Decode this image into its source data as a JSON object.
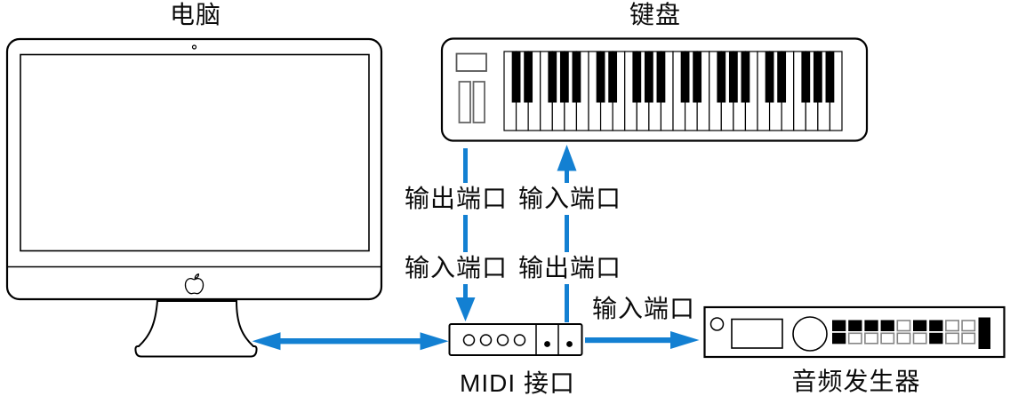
{
  "diagram": {
    "computer": {
      "title": "电脑"
    },
    "keyboard": {
      "title": "键盘"
    },
    "midi_interface": {
      "label": "MIDI 接口"
    },
    "sound_generator": {
      "label": "音频发生器",
      "button_rows": [
        [
          1,
          1,
          1,
          1,
          0,
          1,
          1,
          0,
          0
        ],
        [
          1,
          0,
          0,
          0,
          0,
          0,
          1,
          0,
          0
        ]
      ]
    },
    "ports": {
      "keyboard_to_interface_top": "输出端口",
      "keyboard_to_interface_bottom": "输入端口",
      "interface_to_keyboard_top": "输入端口",
      "interface_to_keyboard_bottom": "输出端口",
      "interface_to_generator": "输入端口"
    },
    "colors": {
      "arrow_blue": "#1380D2",
      "line_black": "#000000"
    }
  }
}
